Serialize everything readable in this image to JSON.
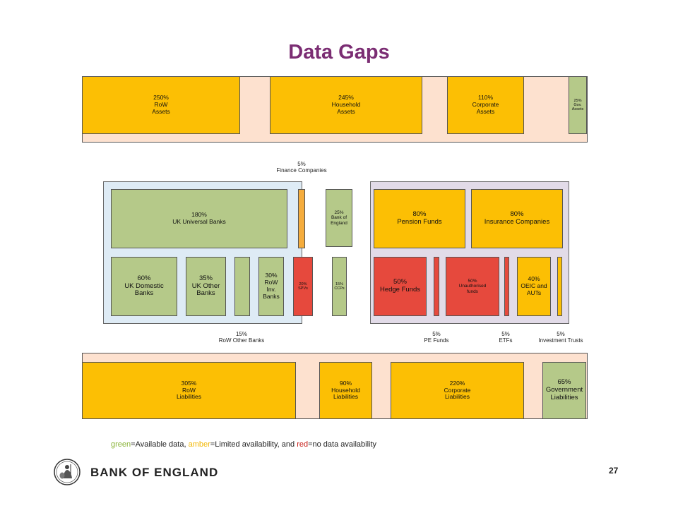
{
  "title": "Data Gaps",
  "colors": {
    "green": "#b5c989",
    "amber": "#fcbf04",
    "red": "#e6493d",
    "band": "#fde1cf",
    "title": "#7b2d73"
  },
  "assets_row": [
    {
      "pct": "250%",
      "name_lines": [
        "RoW",
        "Assets"
      ],
      "status": "amber"
    },
    {
      "pct": "245%",
      "name_lines": [
        "Household",
        "Assets"
      ],
      "status": "amber"
    },
    {
      "pct": "110%",
      "name_lines": [
        "Corporate",
        "Assets"
      ],
      "status": "amber"
    },
    {
      "pct": "25%",
      "name_lines": [
        "Gov.",
        "Assets"
      ],
      "status": "green"
    }
  ],
  "banks_panel": {
    "uk_universal": {
      "pct": "180%",
      "name": "UK Universal Banks",
      "status": "green"
    },
    "uk_domestic": {
      "pct": "60%",
      "name_lines": [
        "UK Domestic",
        "Banks"
      ],
      "status": "green"
    },
    "uk_other": {
      "pct": "35%",
      "name_lines": [
        "UK Other",
        "Banks"
      ],
      "status": "green"
    },
    "row_other": {
      "status": "green"
    },
    "row_inv": {
      "pct": "30%",
      "name_lines": [
        "RoW",
        "Inv.",
        "Banks"
      ],
      "status": "green"
    }
  },
  "finance_companies": {
    "pct": "5%",
    "name": "Finance Companies",
    "status": "amber"
  },
  "spvs": {
    "pct": "20%",
    "name": "SPVs",
    "status": "red"
  },
  "boe": {
    "pct": "25%",
    "name_lines": [
      "Bank of",
      "England"
    ],
    "status": "green"
  },
  "ccps": {
    "pct": "15%",
    "name": "CCPs",
    "status": "green"
  },
  "row_other_banks_label": {
    "pct": "15%",
    "name": "RoW Other Banks"
  },
  "nonbanks_panel": {
    "pension": {
      "pct": "80%",
      "name": "Pension Funds",
      "status": "amber"
    },
    "insurance": {
      "pct": "80%",
      "name": "Insurance Companies",
      "status": "amber"
    },
    "hedge": {
      "pct": "50%",
      "name": "Hedge Funds",
      "status": "red"
    },
    "pe_funds": {
      "pct": "5%",
      "name": "PE Funds",
      "status": "red"
    },
    "unauthorised": {
      "pct": "50%",
      "name_lines": [
        "Unauthorised",
        "funds"
      ],
      "status": "red"
    },
    "etfs": {
      "pct": "5%",
      "name": "ETFs",
      "status": "red"
    },
    "oeic": {
      "pct": "40%",
      "name_lines": [
        "OEIC and",
        "AUTs"
      ],
      "status": "amber"
    },
    "investment_trusts": {
      "pct": "5%",
      "name": "Investment Trusts",
      "status": "amber"
    }
  },
  "liabilities_row": [
    {
      "pct": "305%",
      "name_lines": [
        "RoW",
        "Liabilities"
      ],
      "status": "amber"
    },
    {
      "pct": "90%",
      "name_lines": [
        "Household",
        "Liabilities"
      ],
      "status": "amber"
    },
    {
      "pct": "220%",
      "name_lines": [
        "Corporate",
        "Liabilities"
      ],
      "status": "amber"
    },
    {
      "pct": "65%",
      "name_lines": [
        "Government",
        "Liabilities"
      ],
      "status": "green"
    }
  ],
  "legend": {
    "green_word": "green",
    "green_text": "=Available data, ",
    "amber_word": "amber",
    "amber_text": "=Limited availability, and ",
    "red_word": "red",
    "red_text": "=no data availability"
  },
  "footer": {
    "org": "BANK OF ENGLAND",
    "page": "27",
    "logo_icon": "britannia-seal-icon"
  }
}
